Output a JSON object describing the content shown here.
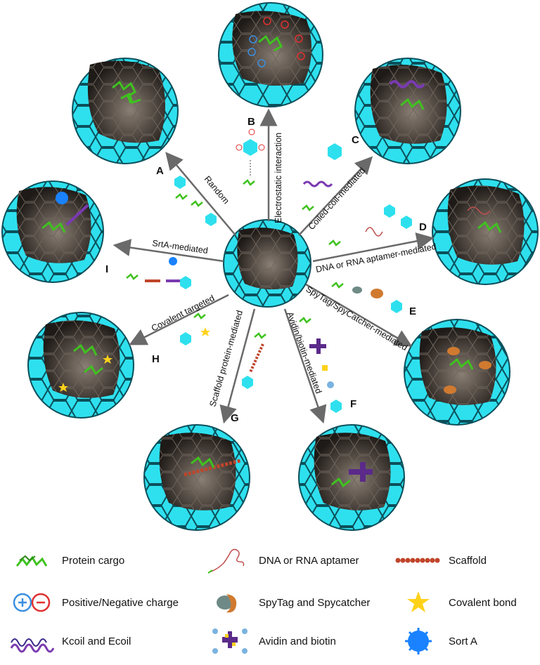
{
  "panels": {
    "A": {
      "letter": "A",
      "label": "Random"
    },
    "B": {
      "letter": "B",
      "label": "Electrostatic interaction"
    },
    "C": {
      "letter": "C",
      "label": "Coiled-coil-mediated"
    },
    "D": {
      "letter": "D",
      "label": "DNA or RNA aptamer-mediated"
    },
    "E": {
      "letter": "E",
      "label": "SpyTag/SpyCatcher-mediated"
    },
    "F": {
      "letter": "F",
      "label": "Avidin/biotin-mediated"
    },
    "G": {
      "letter": "G",
      "label": "Scaffold protein-mediated"
    },
    "H": {
      "letter": "H",
      "label": "Covalent targeted"
    },
    "I": {
      "letter": "I",
      "label": "SrtA-mediated"
    }
  },
  "legend": {
    "protein_cargo": "Protein cargo",
    "charge": "Positive/Negative charge",
    "coil": "Kcoil and Ecoil",
    "aptamer": "DNA or RNA aptamer",
    "spy": "SpyTag and Spycatcher",
    "avidin": "Avidin and biotin",
    "scaffold": "Scaffold",
    "covalent": "Covalent bond",
    "sorta": "Sort A"
  },
  "colors": {
    "capsid": "#2ee0ee",
    "capsid_edge": "#0b4f5a",
    "interior": "#5a5048",
    "protein": "#3fc21f",
    "positive": "#3a8fe0",
    "negative": "#e03030",
    "coil": "#7a3ab0",
    "scaffold": "#c0452a",
    "spy": "#d07a30",
    "avidin": "#5b2a8a",
    "star": "#ffd21a",
    "sorta": "#1a82ff",
    "arrow": "#6a6a6a"
  }
}
